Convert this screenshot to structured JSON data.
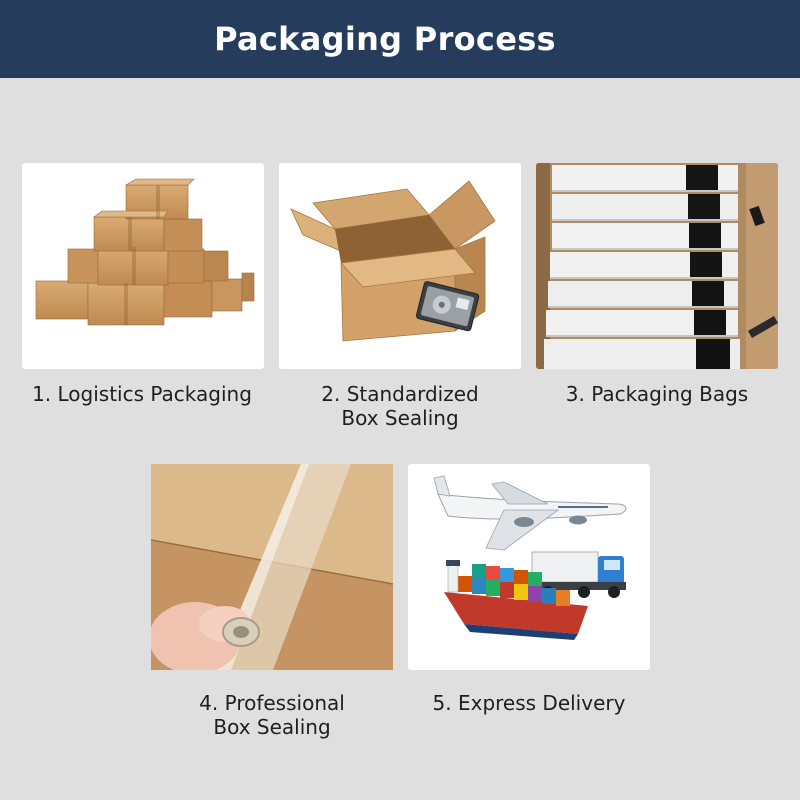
{
  "header": {
    "title": "Packaging Process"
  },
  "steps": [
    {
      "caption": [
        "1. Logistics Packaging"
      ],
      "image": "stacked-cardboard-boxes"
    },
    {
      "caption": [
        "2. Standardized",
        "Box Sealing"
      ],
      "image": "open-box-with-hard-drive"
    },
    {
      "caption": [
        "3. Packaging Bags"
      ],
      "image": "drives-in-antistatic-bags"
    },
    {
      "caption": [
        "4. Professional",
        "Box Sealing"
      ],
      "image": "tape-sealing-box"
    },
    {
      "caption": [
        "5. Express Delivery"
      ],
      "image": "plane-truck-ship"
    }
  ],
  "colors": {
    "header_bg": "#263c5c",
    "page_bg": "#dfdfdf",
    "box": "#c9975f"
  }
}
